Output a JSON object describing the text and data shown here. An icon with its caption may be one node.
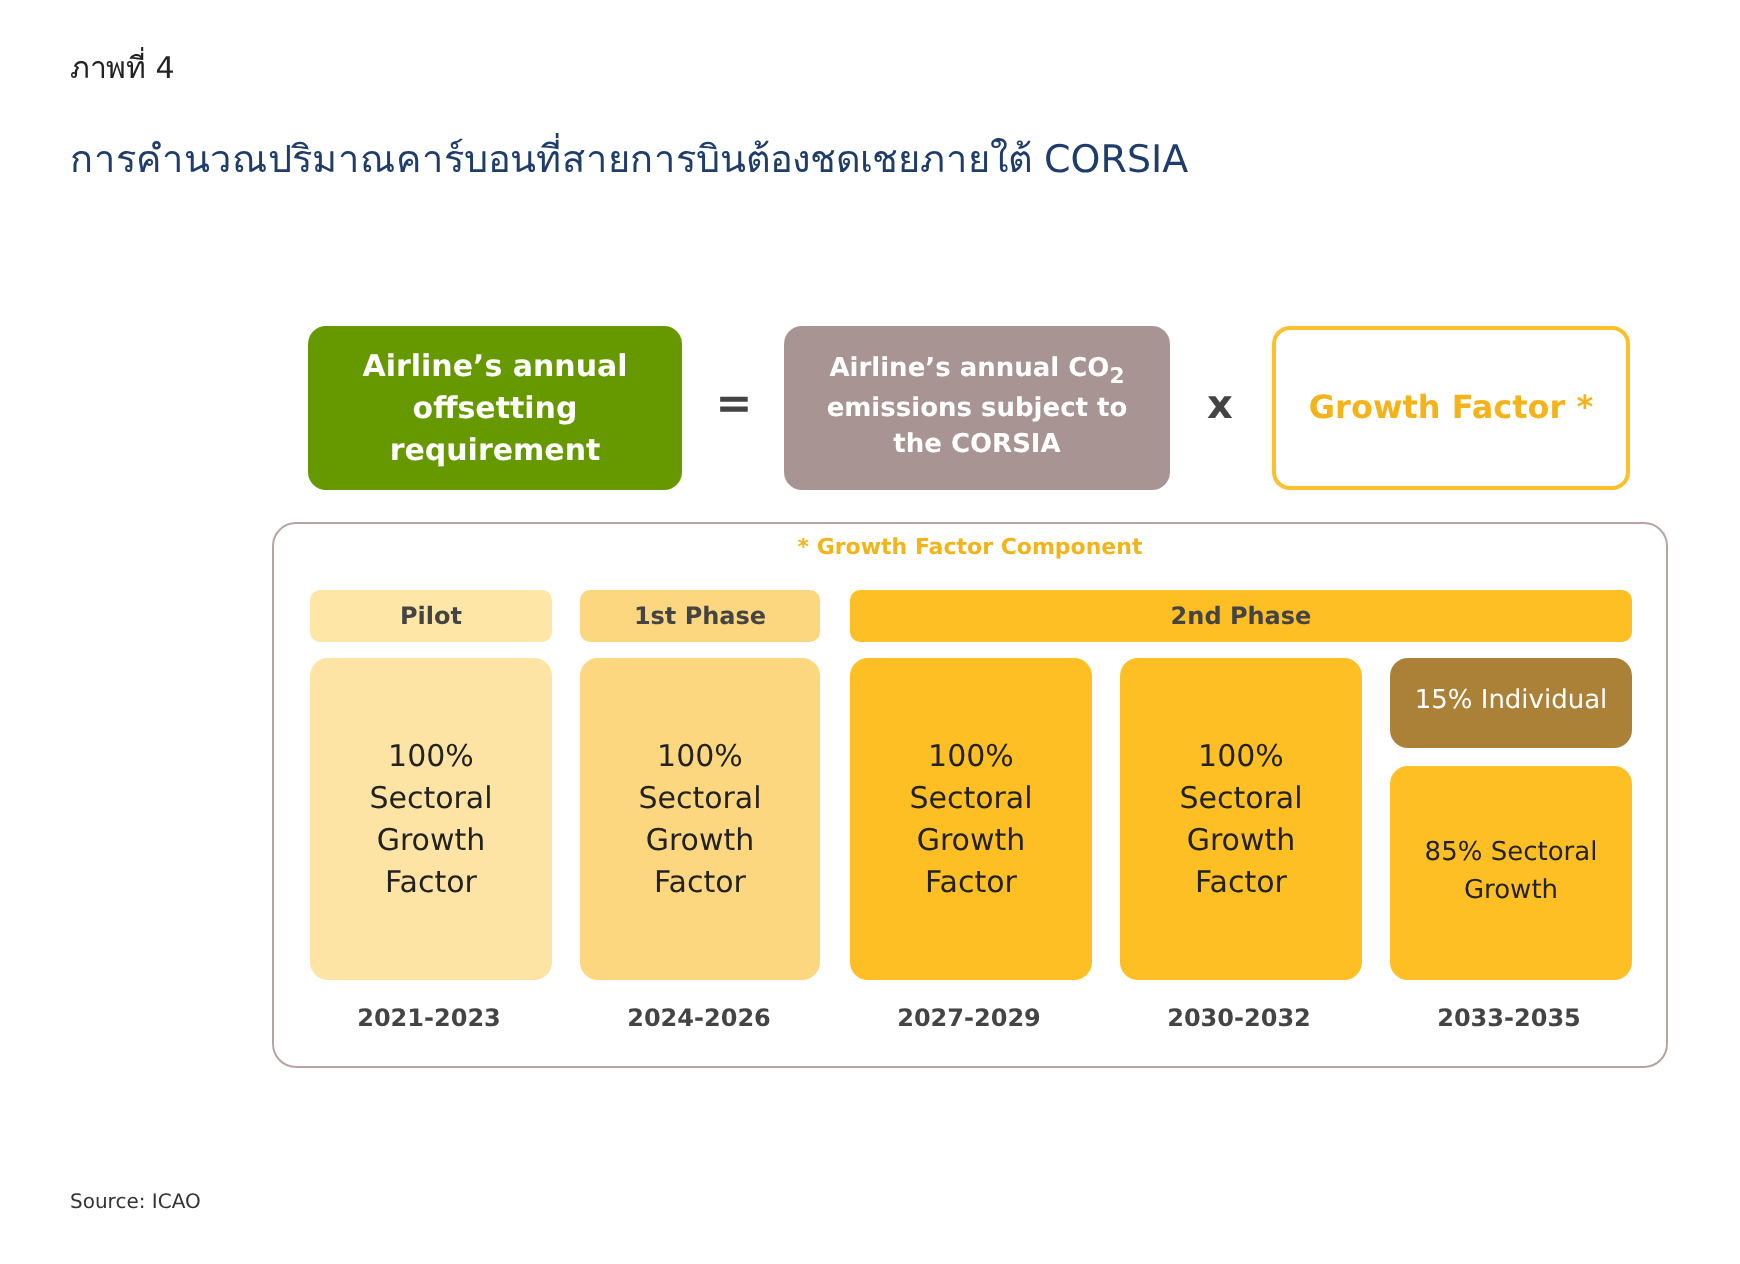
{
  "diagram": {
    "title": "การคำนวณปริมาณคาร์บอนที่สายการบินต้องชดเชยภายใต้ CORSIA",
    "caption": "Source: ICAO",
    "nodes": [
      {
        "text": [
          "Airline’s annual offsetting requirement"
        ]
      },
      {
        "text": [
          "Airline’s annual CO$_{2}$ emissions subject to the CORSIA"
        ]
      },
      {
        "text": [
          "Growth Factor *"
        ]
      },
      {
        "text": [
          "* Growth Factor Component"
        ]
      },
      {
        "text": [
          "Pilot"
        ],
        "in": 3
      },
      {
        "text": [
          "1st Phase"
        ],
        "in": 3
      },
      {
        "text": [
          "2nd Phase"
        ],
        "in": 3
      },
      {
        "text": [
          "100% Sectoral Growth Factor"
        ],
        "in": 3
      },
      {
        "text": [
          "100% Sectoral Growth Factor"
        ],
        "in": 3
      },
      {
        "text": [
          "100% Sectoral Growth Factor"
        ],
        "in": 3
      },
      {
        "text": [
          "100% Sectoral Growth Factor"
        ],
        "in": 3
      },
      {
        "text": [
          "15% Individual"
        ],
        "in": 3
      },
      {
        "text": [
          "85% Sectoral Growth"
        ],
        "in": 3
      }
    ],
    "edges": [],
    "labels": [
      "ภาพที่ 4",
      "=",
      "x",
      "2021-2023",
      "2024-2026",
      "2027-2029",
      "2030-2032",
      "2033-2035"
    ]
  }
}
